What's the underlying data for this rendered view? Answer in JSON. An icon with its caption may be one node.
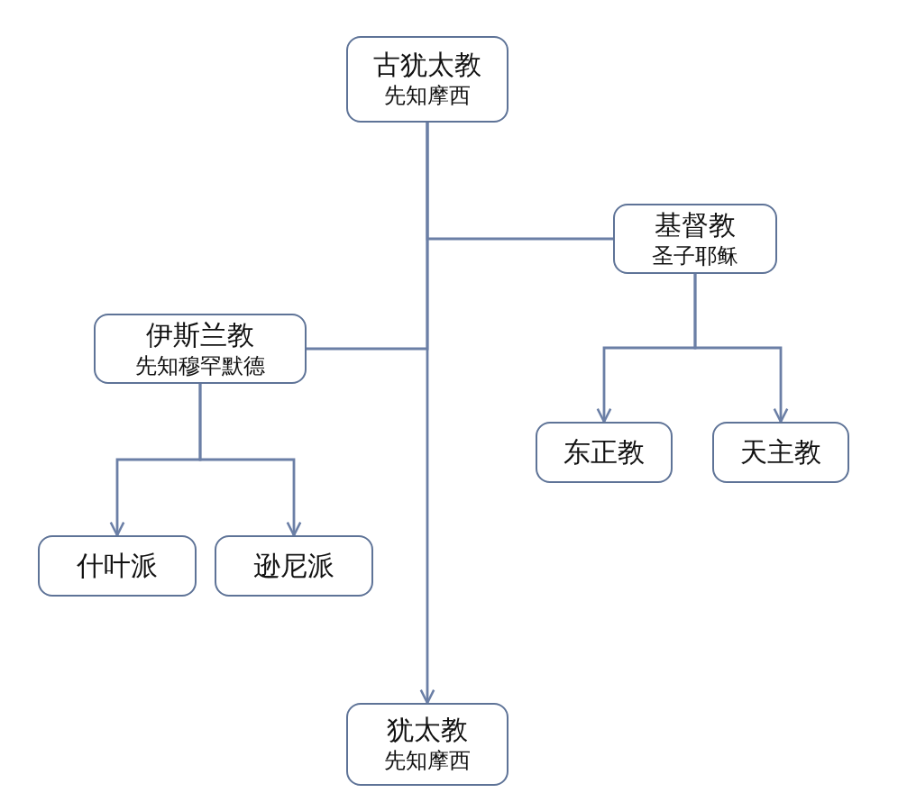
{
  "diagram": {
    "nodes": [
      {
        "text": [
          "古犹太教",
          "先知摩西"
        ]
      },
      {
        "text": [
          "基督教",
          "圣子耶稣"
        ]
      },
      {
        "text": [
          "伊斯兰教",
          "先知穆罕默德"
        ]
      },
      {
        "text": [
          "东正教"
        ]
      },
      {
        "text": [
          "天主教"
        ]
      },
      {
        "text": [
          "什叶派"
        ]
      },
      {
        "text": [
          "逊尼派"
        ]
      },
      {
        "text": [
          "犹太教",
          "先知摩西"
        ]
      }
    ],
    "edges": [
      {
        "from": 0,
        "to": 1,
        "arrow": "none"
      },
      {
        "from": 0,
        "to": 2,
        "arrow": "none"
      },
      {
        "from": 1,
        "to": 3,
        "arrow": "to"
      },
      {
        "from": 1,
        "to": 4,
        "arrow": "to"
      },
      {
        "from": 2,
        "to": 5,
        "arrow": "to"
      },
      {
        "from": 2,
        "to": 6,
        "arrow": "to"
      },
      {
        "from": 0,
        "to": 7,
        "arrow": "to"
      }
    ]
  }
}
